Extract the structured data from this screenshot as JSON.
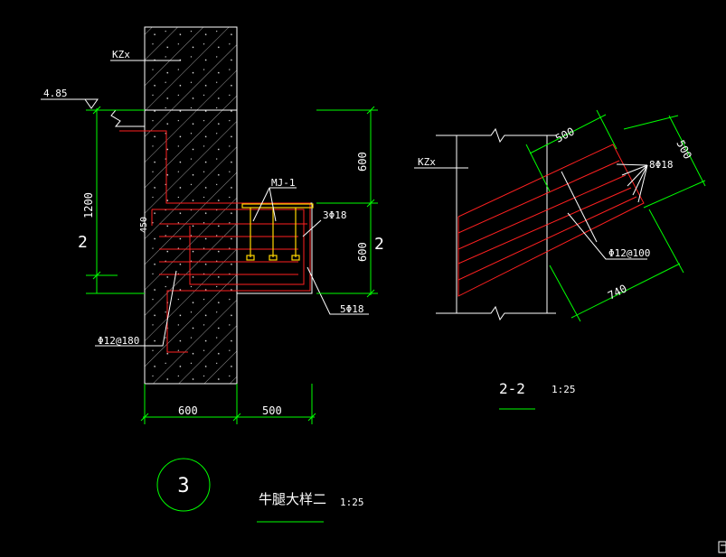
{
  "colors": {
    "background": "#000000",
    "wall": "#ffffff",
    "rebar": "#ff2020",
    "dimension": "#00ff00",
    "stirrup": "#ffd700",
    "leader": "#ffffff"
  },
  "detail_3": {
    "column_label": "KZx",
    "elevation": "4.85",
    "left_dim_value": "1200",
    "left_dim_mark": "2",
    "mj_label": "MJ-1",
    "top_rebar_label": "3Φ18",
    "bottom_rebar_label": "5Φ18",
    "stirrup_label": "Φ12@180",
    "small_dim": "450",
    "right_dim_top": "600",
    "right_dim_bottom": "600",
    "right_mark": "2",
    "bottom_dim_left": "600",
    "bottom_dim_right": "500",
    "detail_number": "3",
    "title": "牛腿大样二",
    "scale": "1:25"
  },
  "section_22": {
    "column_label": "KZx",
    "dim_top": "500",
    "dim_right": "500",
    "rebar_label": "8Φ18",
    "stirrup_label": "Φ12@100",
    "dim_bottom": "740",
    "title": "2-2",
    "scale": "1:25"
  }
}
